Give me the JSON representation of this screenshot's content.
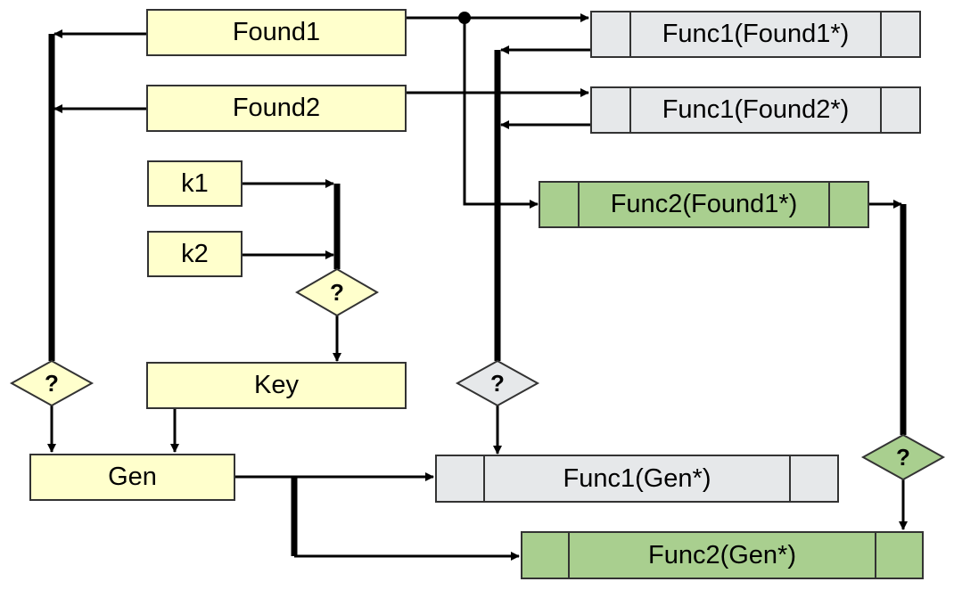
{
  "colors": {
    "yellow": "#ffffcc",
    "gray": "#e6e8ea",
    "green": "#a9cf8f",
    "line": "#000000",
    "border": "#333333"
  },
  "nodes": {
    "found1": "Found1",
    "found2": "Found2",
    "k1": "k1",
    "k2": "k2",
    "key": "Key",
    "gen": "Gen",
    "func1_found1": "Func1(Found1*)",
    "func1_found2": "Func1(Found2*)",
    "func2_found1": "Func2(Found1*)",
    "func1_gen": "Func1(Gen*)",
    "func2_gen": "Func2(Gen*)"
  },
  "decisions": {
    "left": "?",
    "keys": "?",
    "func1": "?",
    "func2": "?"
  }
}
